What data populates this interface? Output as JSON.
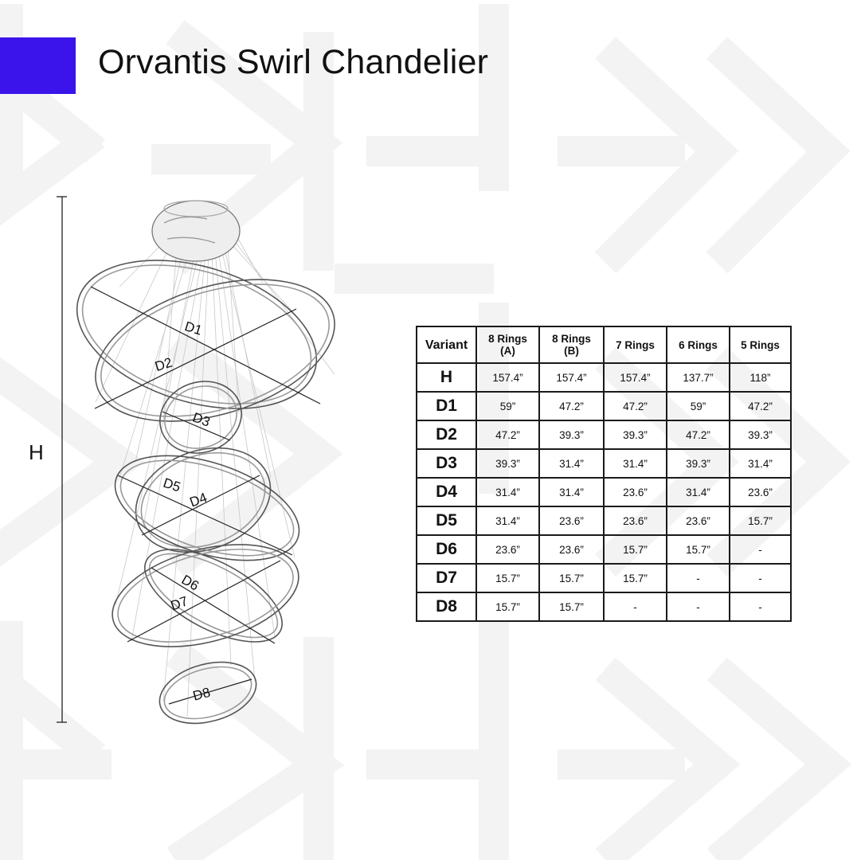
{
  "title": "Orvantis Swirl Chandelier",
  "accent_color": "#3a14ea",
  "diagram": {
    "height_label": "H",
    "ring_labels": [
      "D1",
      "D2",
      "D3",
      "D4",
      "D5",
      "D6",
      "D7",
      "D8"
    ]
  },
  "table": {
    "headers": [
      {
        "line1": "Variant",
        "line2": ""
      },
      {
        "line1": "8 Rings",
        "line2": "(A)"
      },
      {
        "line1": "8 Rings",
        "line2": "(B)"
      },
      {
        "line1": "7 Rings",
        "line2": ""
      },
      {
        "line1": "6 Rings",
        "line2": ""
      },
      {
        "line1": "5 Rings",
        "line2": ""
      }
    ],
    "rows": [
      {
        "label": "H",
        "values": [
          "157.4”",
          "157.4”",
          "157.4”",
          "137.7”",
          "118”"
        ]
      },
      {
        "label": "D1",
        "values": [
          "59”",
          "47.2”",
          "47.2”",
          "59”",
          "47.2”"
        ]
      },
      {
        "label": "D2",
        "values": [
          "47.2”",
          "39.3”",
          "39.3”",
          "47.2”",
          "39.3”"
        ]
      },
      {
        "label": "D3",
        "values": [
          "39.3”",
          "31.4”",
          "31.4”",
          "39.3”",
          "31.4”"
        ]
      },
      {
        "label": "D4",
        "values": [
          "31.4”",
          "31.4”",
          "23.6”",
          "31.4”",
          "23.6”"
        ]
      },
      {
        "label": "D5",
        "values": [
          "31.4”",
          "23.6”",
          "23.6”",
          "23.6”",
          "15.7”"
        ]
      },
      {
        "label": "D6",
        "values": [
          "23.6”",
          "23.6”",
          "15.7”",
          "15.7”",
          "-"
        ]
      },
      {
        "label": "D7",
        "values": [
          "15.7”",
          "15.7”",
          "15.7”",
          "-",
          "-"
        ]
      },
      {
        "label": "D8",
        "values": [
          "15.7”",
          "15.7”",
          "-",
          "-",
          "-"
        ]
      }
    ]
  }
}
